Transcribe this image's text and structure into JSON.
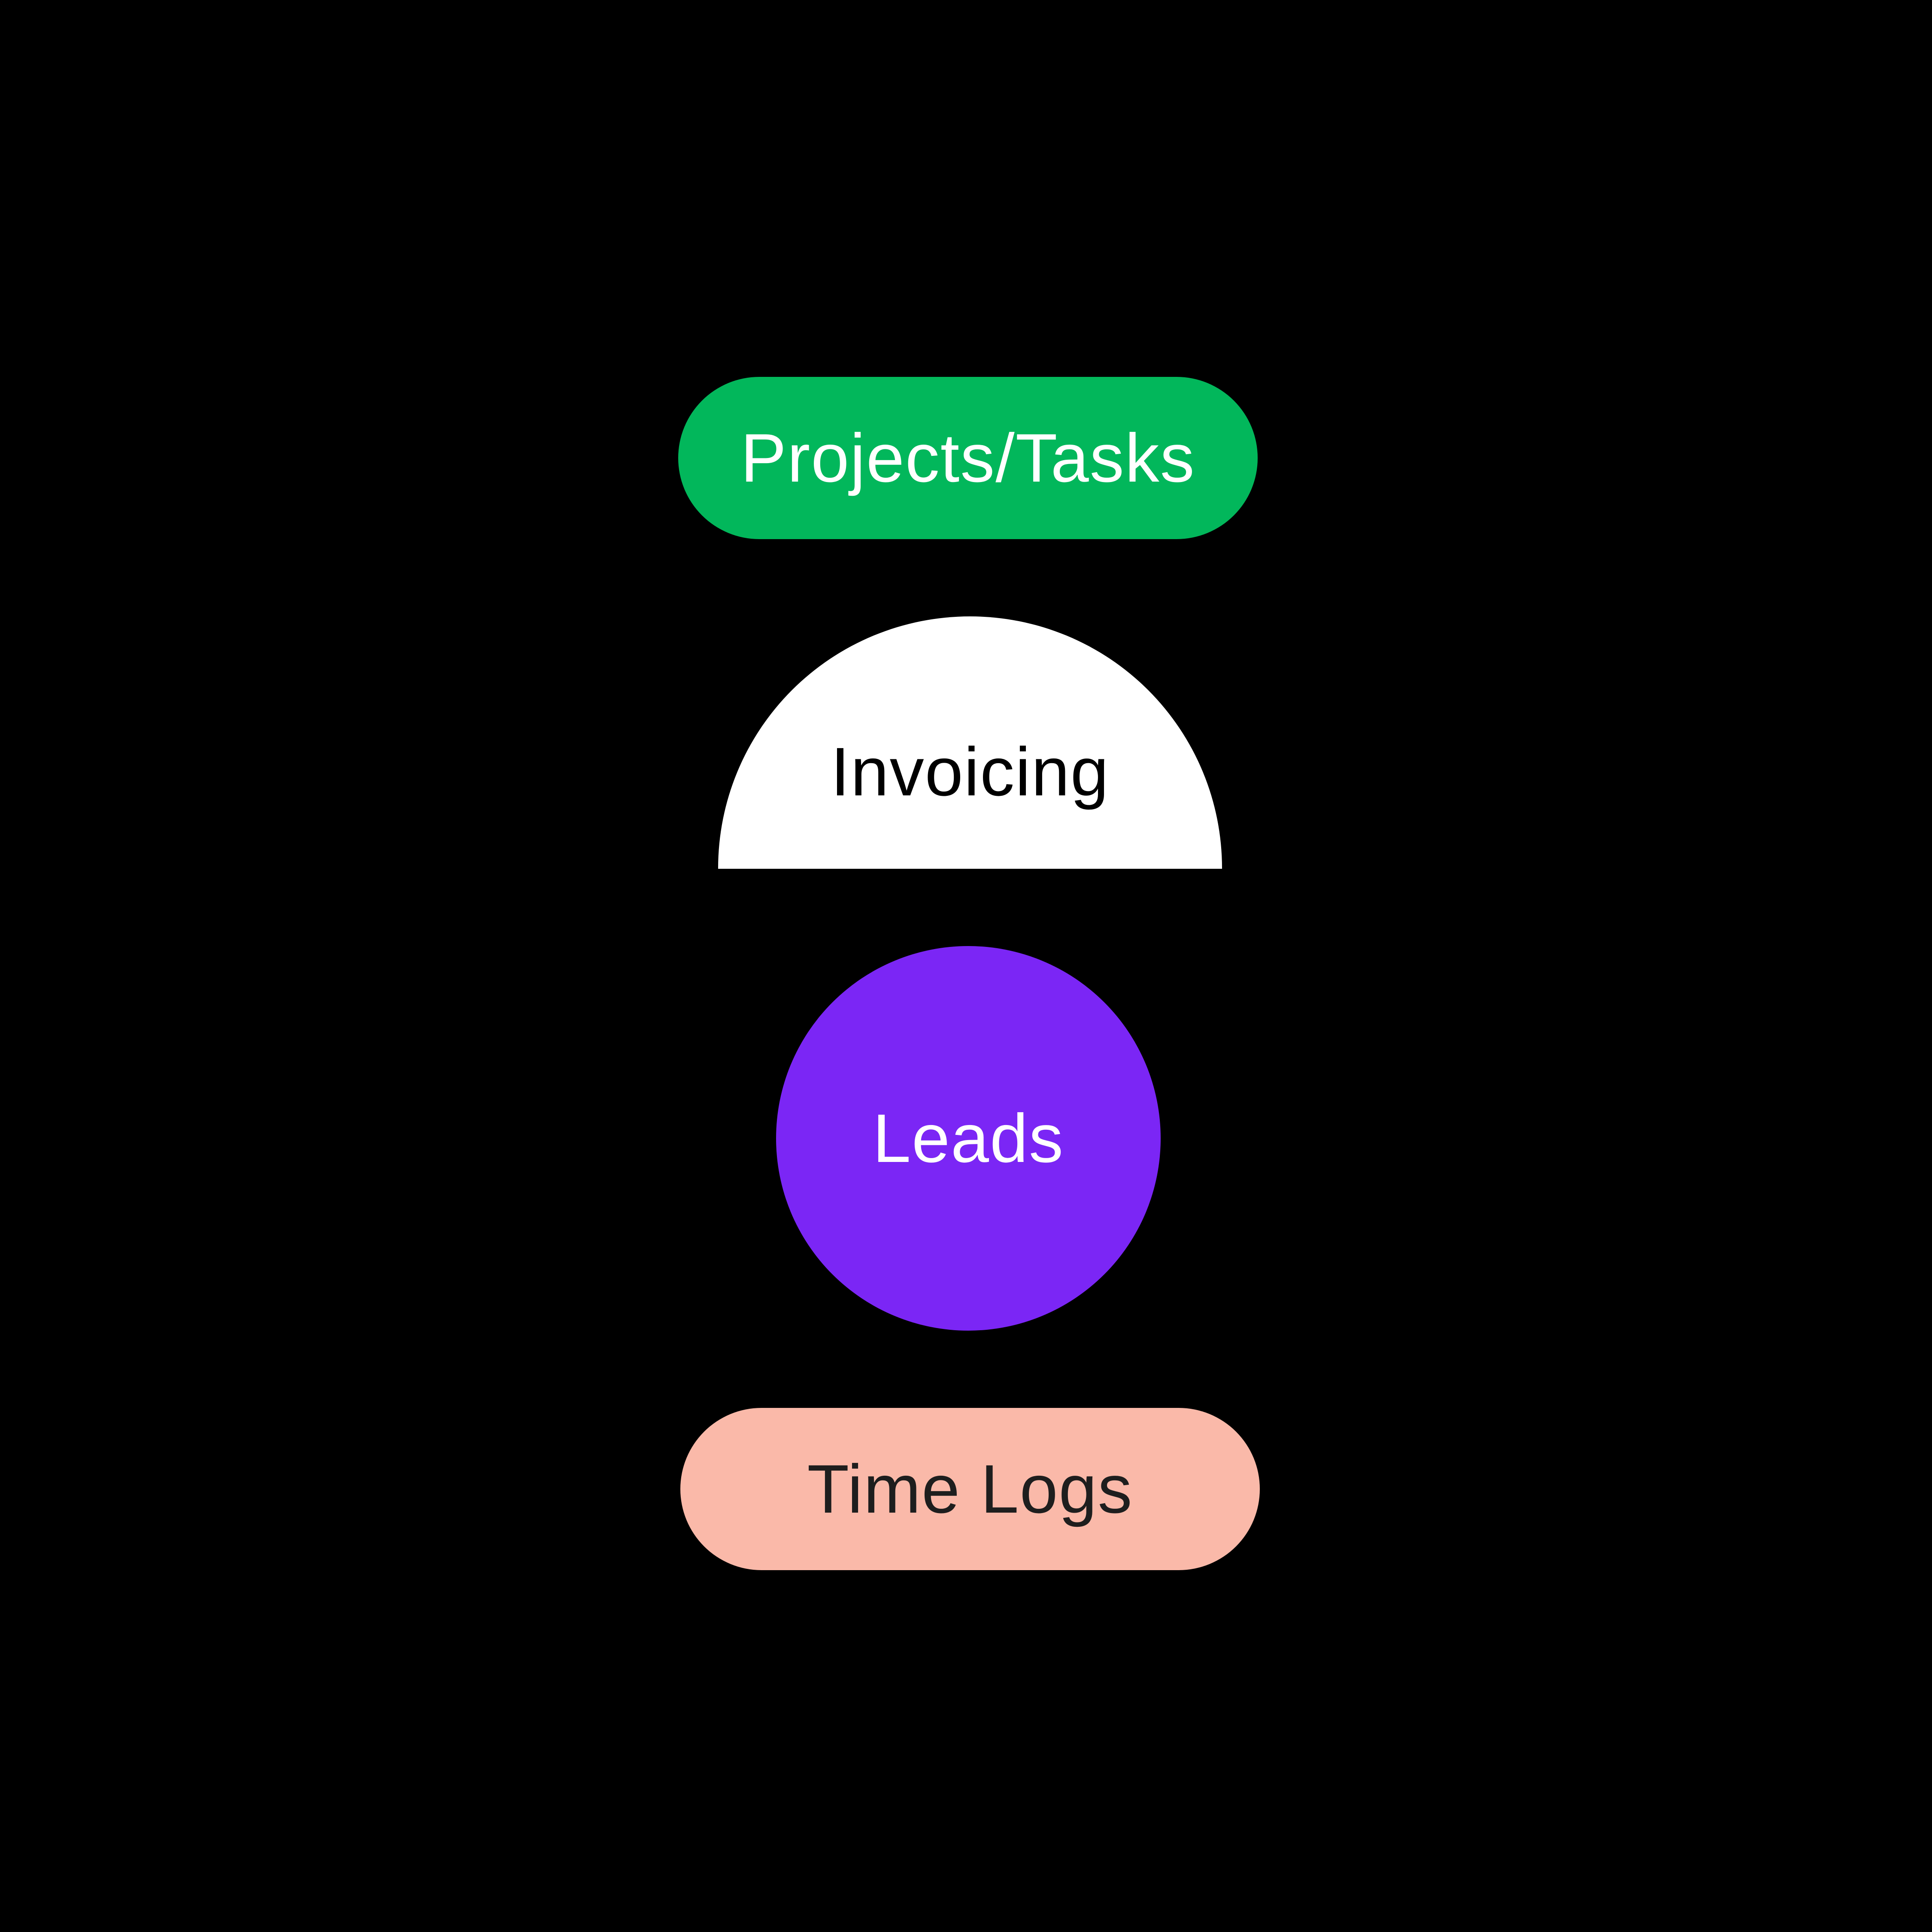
{
  "items": [
    {
      "label": "Projects/Tasks",
      "shape": "pill",
      "color": "#02b75b",
      "text_color": "#ffffff"
    },
    {
      "label": "Invoicing",
      "shape": "semicircle",
      "color": "#ffffff",
      "text_color": "#000000"
    },
    {
      "label": "Leads",
      "shape": "circle",
      "color": "#7b26f5",
      "text_color": "#ffffff"
    },
    {
      "label": "Time Logs",
      "shape": "pill",
      "color": "#fab9a9",
      "text_color": "#1e1e1e"
    }
  ],
  "background_color": "#000000"
}
